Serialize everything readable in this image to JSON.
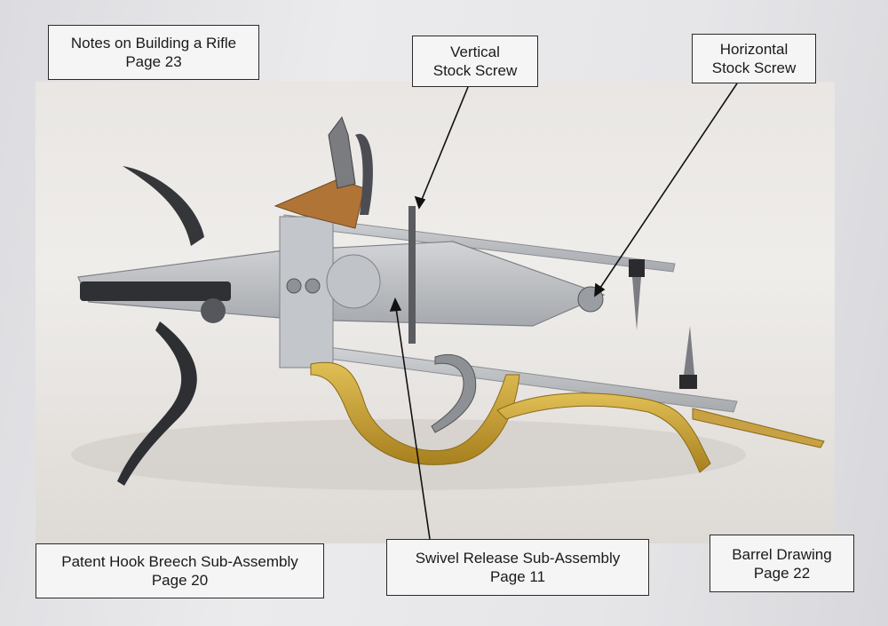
{
  "labels": {
    "notes": {
      "line1": "Notes on Building a Rifle",
      "line2": "Page 23"
    },
    "vertical_screw": {
      "line1": "Vertical",
      "line2": "Stock Screw"
    },
    "horizontal_screw": {
      "line1": "Horizontal",
      "line2": "Stock Screw"
    },
    "patent_hook": {
      "line1": "Patent Hook Breech Sub-Assembly",
      "line2": "Page 20"
    },
    "swivel_release": {
      "line1": "Swivel Release Sub-Assembly",
      "line2": "Page 11"
    },
    "barrel_drawing": {
      "line1": "Barrel Drawing",
      "line2": "Page 22"
    }
  },
  "colors": {
    "steel": "#b9bcc0",
    "dark_steel": "#3a3a3d",
    "brass": "#c9a43a",
    "wood": "#b07436",
    "label_border": "#2a2a2a"
  }
}
